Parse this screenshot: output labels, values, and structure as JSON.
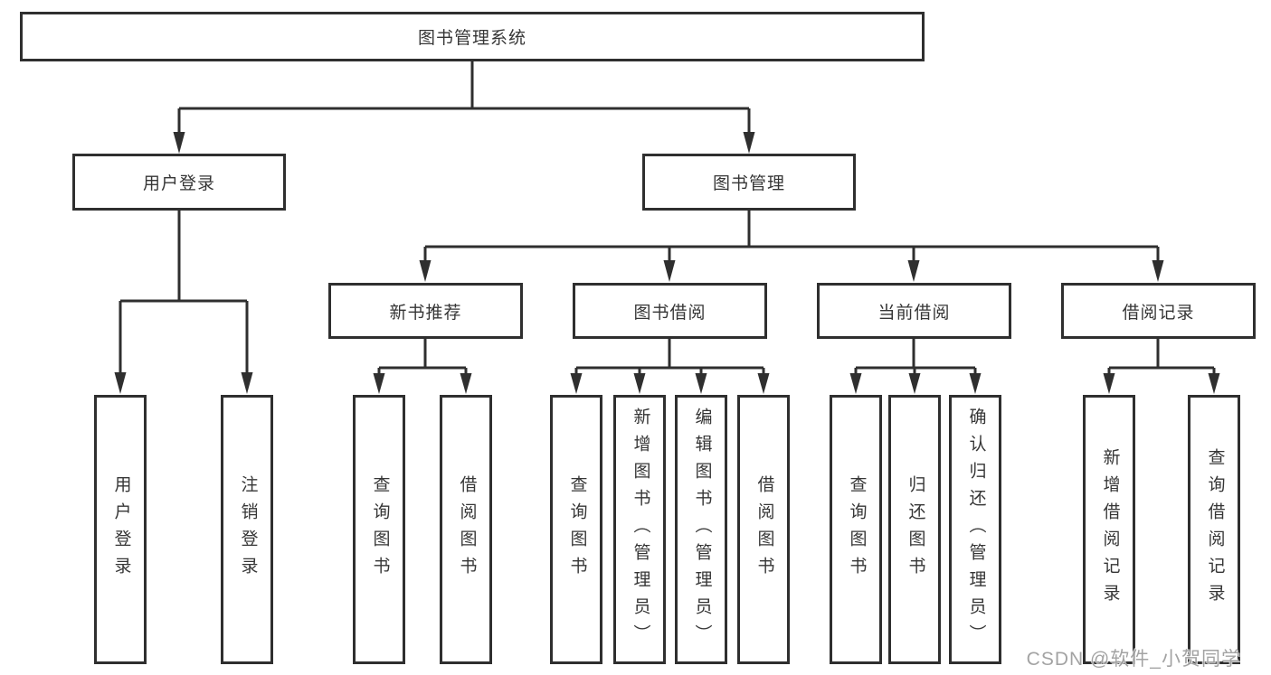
{
  "colors": {
    "line": "#2f2f2f",
    "box_border": "#2f2f2f",
    "text": "#363636",
    "background": "#ffffff",
    "watermark": "#9e9e9e"
  },
  "nodes": {
    "root": {
      "label": "图书管理系统"
    },
    "user_login": {
      "label": "用户登录",
      "children": [
        {
          "label": "用户登录"
        },
        {
          "label": "注销登录"
        }
      ]
    },
    "book_management": {
      "label": "图书管理"
    },
    "new_book_recommend": {
      "label": "新书推荐",
      "children": [
        {
          "label": "查询图书"
        },
        {
          "label": "借阅图书"
        }
      ]
    },
    "book_borrow": {
      "label": "图书借阅",
      "children": [
        {
          "label": "查询图书"
        },
        {
          "label": "新增图书（管理员）"
        },
        {
          "label": "编辑图书（管理员）"
        },
        {
          "label": "借阅图书"
        }
      ]
    },
    "current_borrow": {
      "label": "当前借阅",
      "children": [
        {
          "label": "查询图书"
        },
        {
          "label": "归还图书"
        },
        {
          "label": "确认归还（管理员）"
        }
      ]
    },
    "borrow_records": {
      "label": "借阅记录",
      "children": [
        {
          "label": "新增借阅记录"
        },
        {
          "label": "查询借阅记录"
        }
      ]
    }
  },
  "watermark": {
    "text": "CSDN @软件_小贺同学"
  }
}
